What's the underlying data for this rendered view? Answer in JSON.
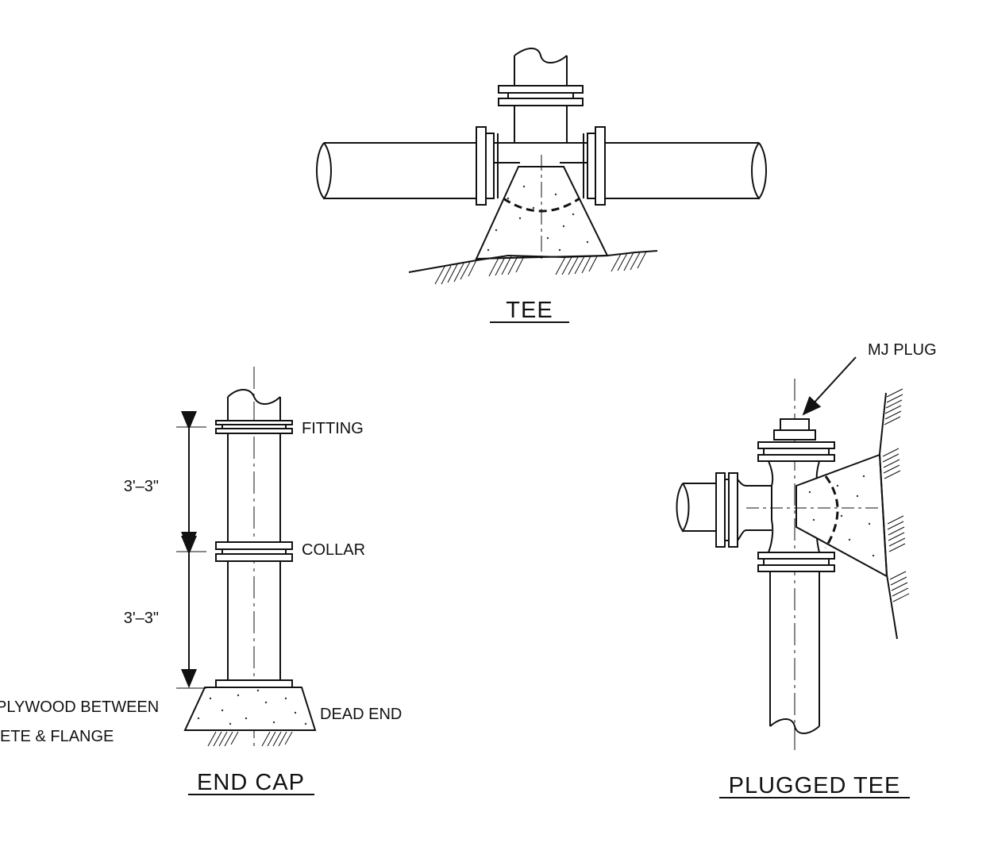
{
  "tee": {
    "title": "TEE"
  },
  "end_cap": {
    "title": "END CAP",
    "dim_upper": "3'–3\"",
    "dim_lower": "3'–3\"",
    "fitting_label": "FITTING",
    "collar_label": "COLLAR",
    "dead_end_label": "DEAD END",
    "plywood_line1": "PLYWOOD BETWEEN",
    "plywood_line2": "ETE & FLANGE"
  },
  "plugged_tee": {
    "title": "PLUGGED TEE",
    "plug_label": "MJ PLUG"
  }
}
